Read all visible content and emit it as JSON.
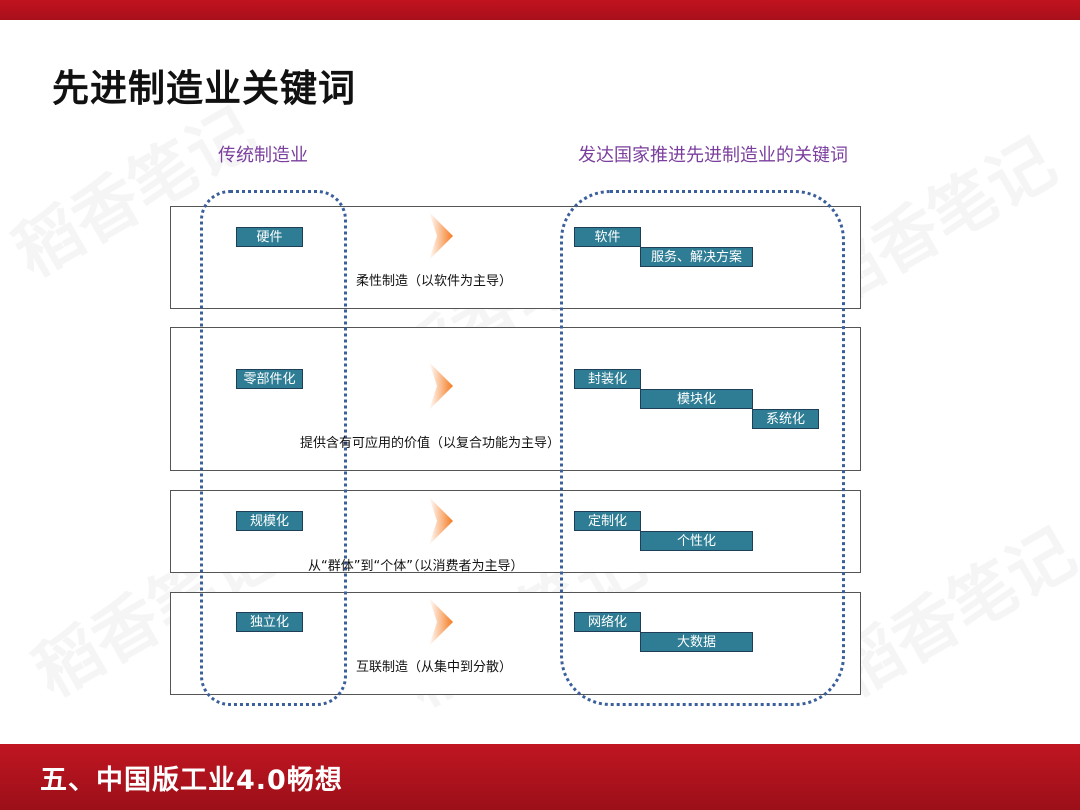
{
  "slide": {
    "title": "先进制造业关键词",
    "footer": "五、中国版工业4.0畅想"
  },
  "columns": {
    "left_header": "传统制造业",
    "right_header": "发达国家推进先进制造业的关键词"
  },
  "rows": [
    {
      "traditional": "硬件",
      "caption": "柔性制造（以软件为主导）",
      "advanced": [
        "软件",
        "服务、解决方案"
      ]
    },
    {
      "traditional": "零部件化",
      "caption": "提供含有可应用的价值（以复合功能为主导）",
      "advanced": [
        "封装化",
        "模块化",
        "系统化"
      ]
    },
    {
      "traditional": "规模化",
      "caption": "从“群体”到“个体”（以消费者为主导）",
      "advanced": [
        "定制化",
        "个性化"
      ]
    },
    {
      "traditional": "独立化",
      "caption": "互联制造（从集中到分散）",
      "advanced": [
        "网络化",
        "大数据"
      ]
    }
  ],
  "watermark": "稻香笔记",
  "colors": {
    "brand_red": "#c1121f",
    "tag_fill": "#2e7d94",
    "header_purple": "#7b3f9e",
    "dotted_outline": "#3a5f9b",
    "arrow_orange": "#f47a1f"
  }
}
